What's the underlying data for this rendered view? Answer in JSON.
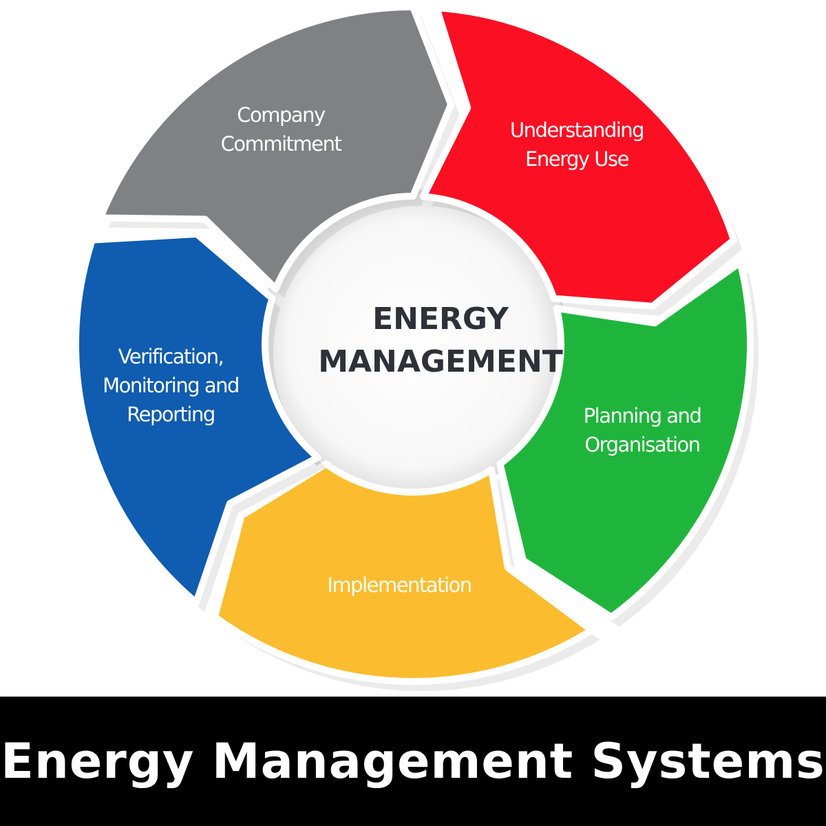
{
  "diagram": {
    "center_title_line1": "ENERGY",
    "center_title_line2": "MANAGEMENT",
    "segments": [
      {
        "label": "Company\nCommitment",
        "color": "#808184"
      },
      {
        "label": "Understanding\nEnergy Use",
        "color": "#fa0f23"
      },
      {
        "label": "Planning and\nOrganisation",
        "color": "#1fb53c"
      },
      {
        "label": "Implementation",
        "color": "#fbbd2f"
      },
      {
        "label": "Verification,\nMonitoring and\nReporting",
        "color": "#0f5cb0"
      }
    ]
  },
  "banner": {
    "title": "Energy Management Systems"
  }
}
